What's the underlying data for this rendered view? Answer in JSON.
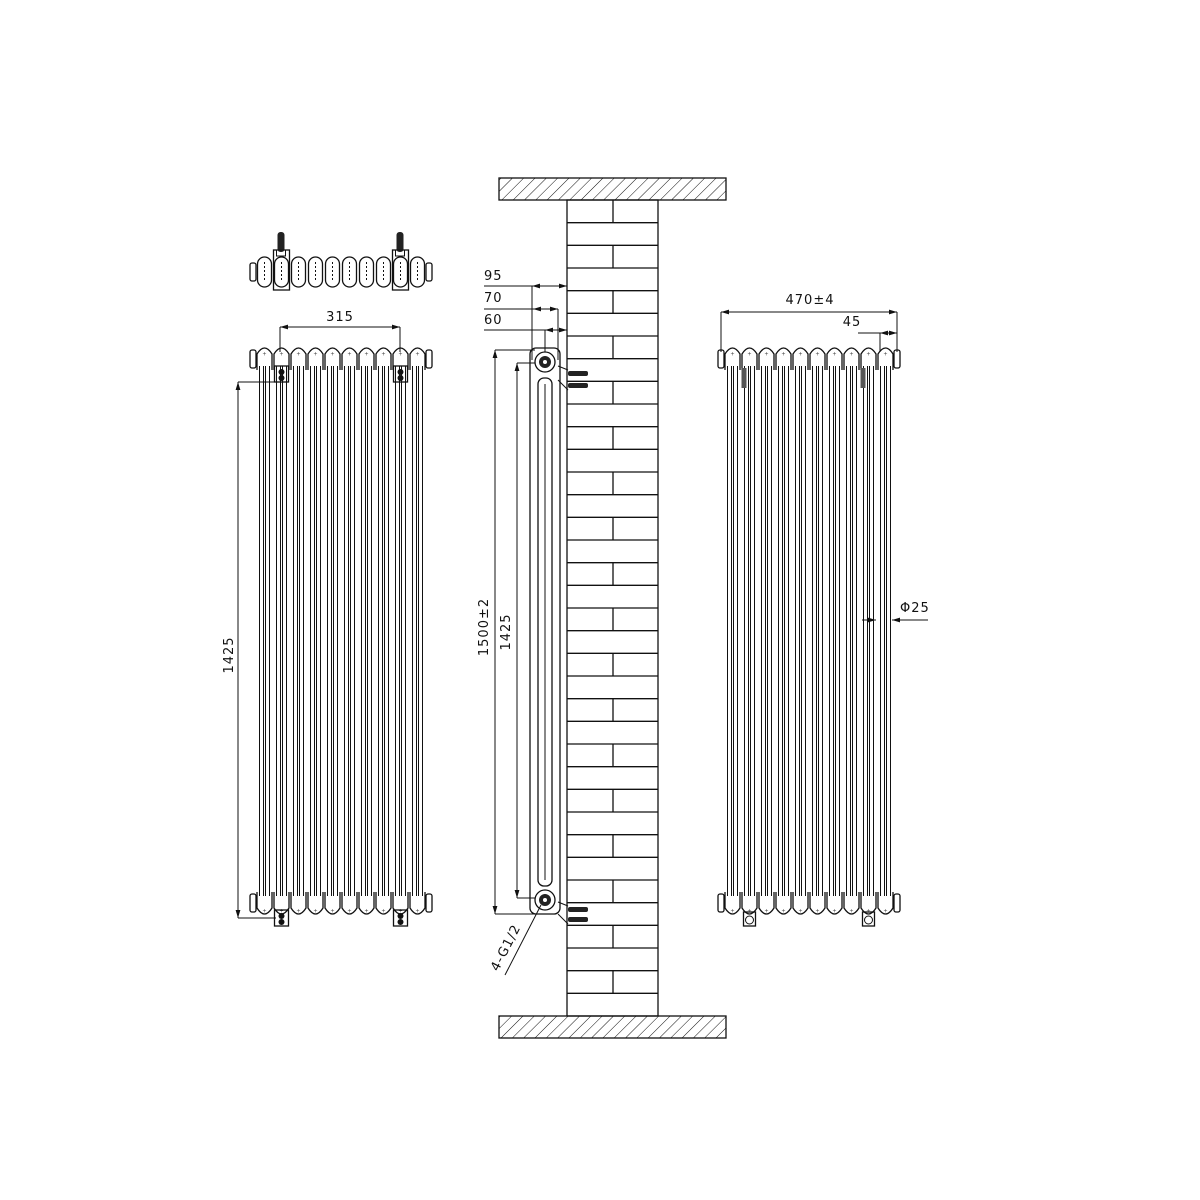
{
  "drawing": {
    "sections": 10,
    "line_color": "#111111",
    "background": "#ffffff",
    "front_view": {
      "bracket_spacing_label": "315",
      "height_label": "1425"
    },
    "side_view": {
      "depth_labels": [
        "95",
        "70",
        "60"
      ],
      "overall_height_label": "1500±2",
      "connection_height_label": "1425",
      "connection_label": "4-G1/2"
    },
    "rear_view": {
      "width_label": "470±4",
      "pitch_label": "45",
      "tube_diameter_label": "Φ25"
    }
  }
}
